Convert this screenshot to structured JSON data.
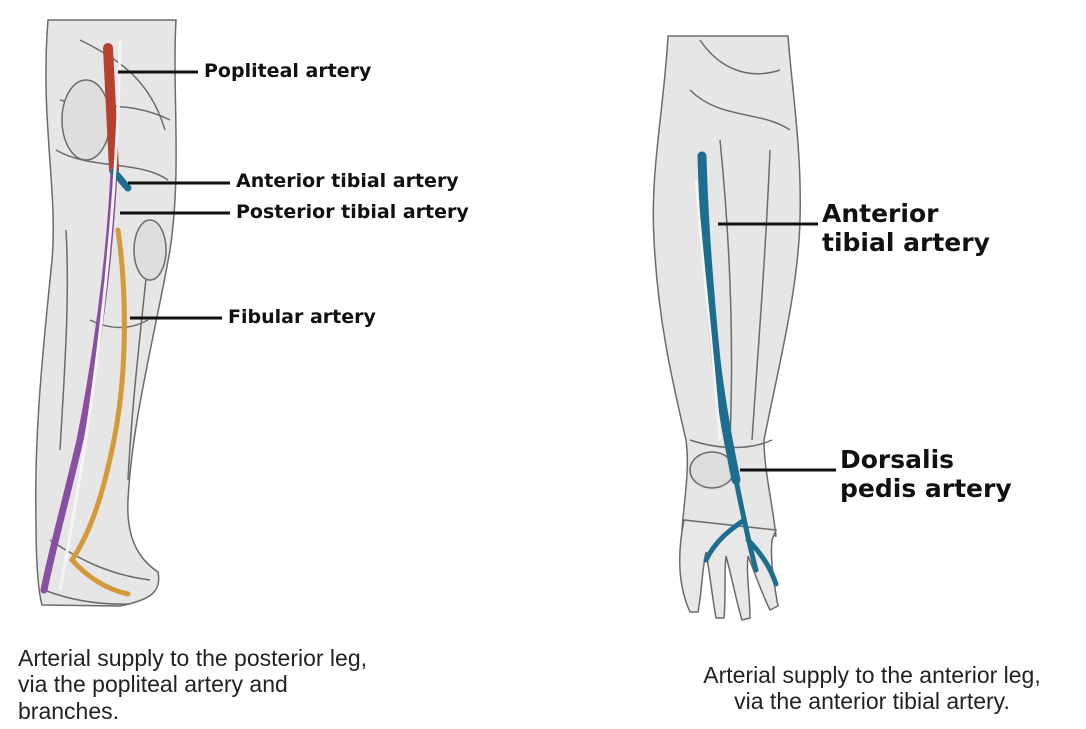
{
  "posterior": {
    "labels": {
      "popliteal": "Popliteal artery",
      "anterior_tibial": "Anterior tibial artery",
      "posterior_tibial": "Posterior tibial artery",
      "fibular": "Fibular artery"
    },
    "caption": {
      "line1": "Arterial supply to the posterior leg,",
      "line2": "via the popliteal artery and",
      "line3": "branches."
    }
  },
  "anterior": {
    "labels": {
      "anterior_tibial_line1": "Anterior",
      "anterior_tibial_line2": "tibial artery",
      "dorsalis_line1": "Dorsalis",
      "dorsalis_line2": "pedis artery"
    },
    "caption": {
      "line1": "Arterial supply to the anterior leg,",
      "line2": "via the anterior tibial artery."
    }
  },
  "colors": {
    "popliteal": "#b5412e",
    "anterior_tibial": "#1d6e8e",
    "posterior_tibial": "#8a4fa0",
    "fibular": "#d39a3c",
    "outline": "#6b6b6b",
    "muscle_fill": "#e6e6e6"
  }
}
